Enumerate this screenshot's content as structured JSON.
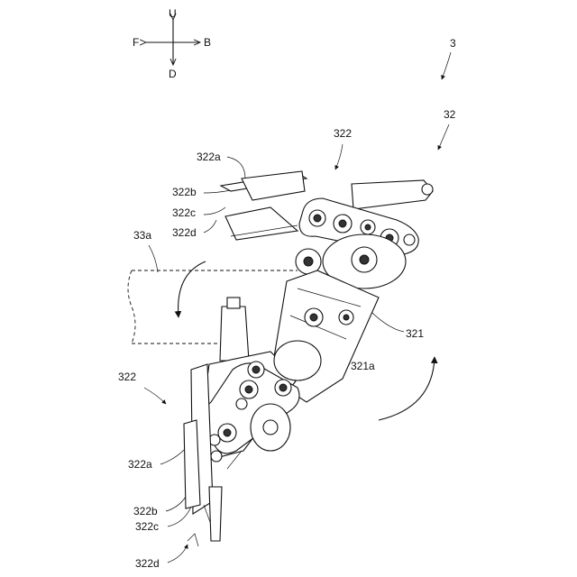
{
  "orientation": {
    "up": "U",
    "down": "D",
    "front": "F",
    "back": "B"
  },
  "labels": {
    "ref_3": "3",
    "ref_32": "32",
    "ref_322_top": "322",
    "ref_322a_top": "322a",
    "ref_322b_top": "322b",
    "ref_322c_top": "322c",
    "ref_322d_top": "322d",
    "ref_33a": "33a",
    "ref_321": "321",
    "ref_321a": "321a",
    "ref_322_left": "322",
    "ref_322a_bottom": "322a",
    "ref_322b_bottom": "322b",
    "ref_322c_bottom": "322c",
    "ref_322d_bottom": "322d"
  }
}
